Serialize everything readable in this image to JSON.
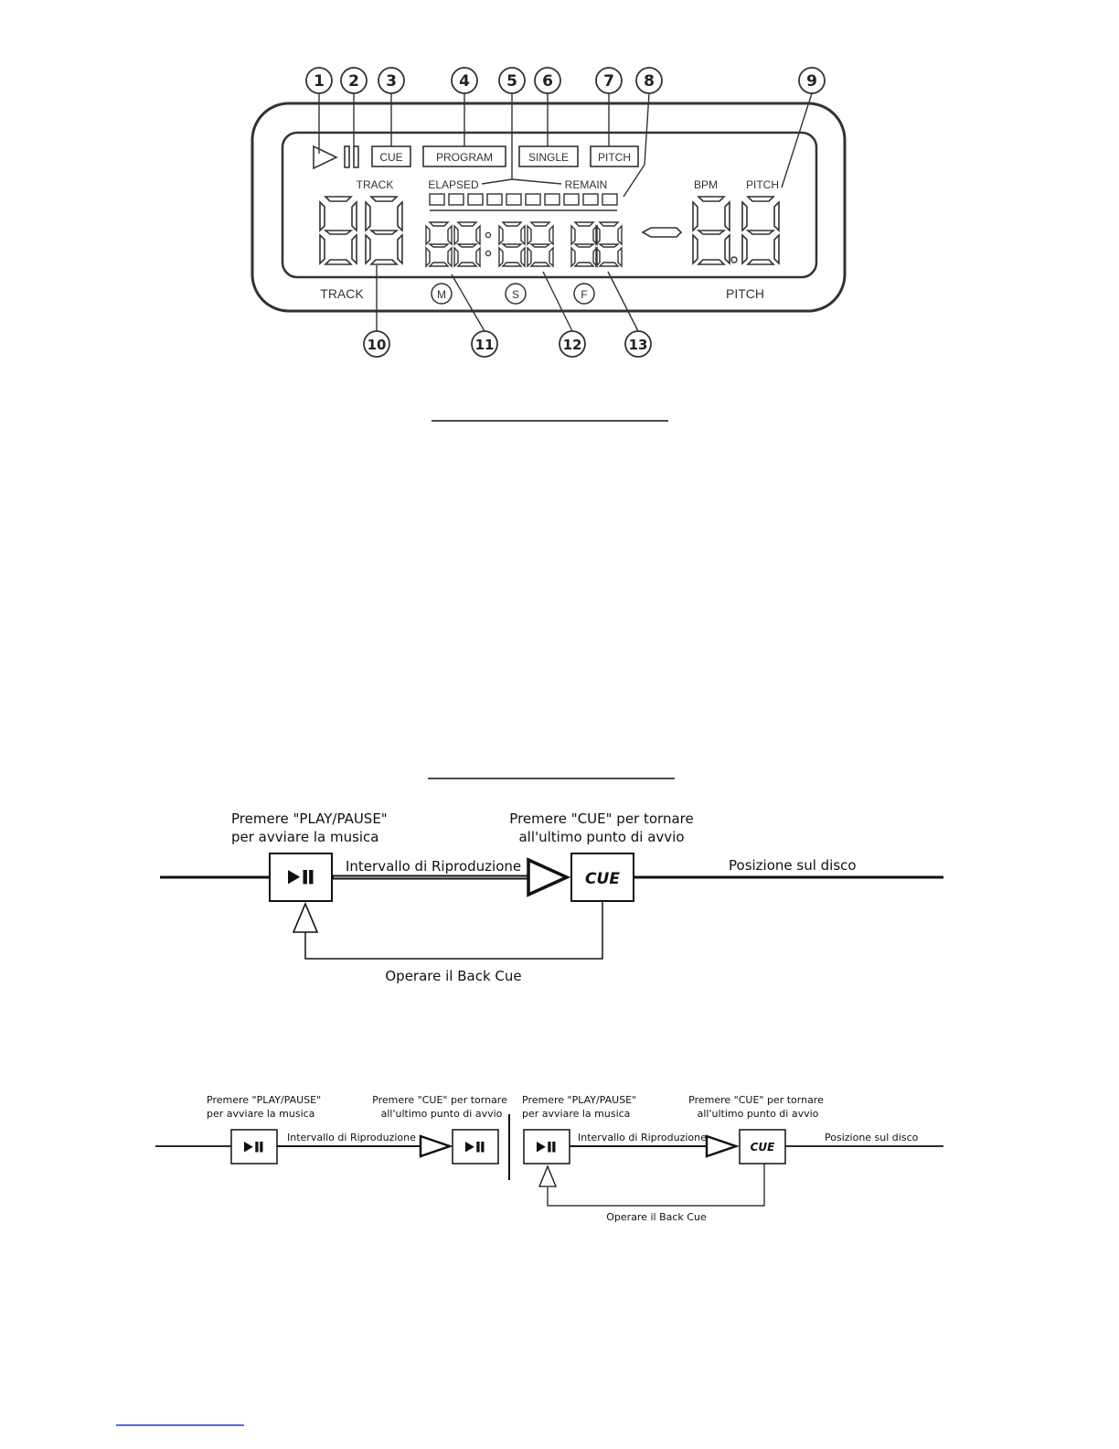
{
  "lcd": {
    "callouts": [
      "1",
      "2",
      "3",
      "4",
      "5",
      "6",
      "7",
      "8",
      "9",
      "10",
      "11",
      "12",
      "13"
    ],
    "indicators": {
      "cue": "CUE",
      "program": "PROGRAM",
      "single": "SINGLE",
      "pitch": "PITCH"
    },
    "labels": {
      "track_top": "TRACK",
      "elapsed": "ELAPSED",
      "remain": "REMAIN",
      "bpm": "BPM",
      "pitch_top": "PITCH",
      "track_bottom": "TRACK",
      "pitch_bottom": "PITCH"
    },
    "units": {
      "m": "M",
      "s": "S",
      "f": "F"
    }
  },
  "cue_diagram_main": {
    "play_caption_1": "Premere \"PLAY/PAUSE\"",
    "play_caption_2": "per avviare la musica",
    "cue_caption_1": "Premere \"CUE\" per tornare",
    "cue_caption_2": "all'ultimo punto di avvio",
    "interval_label": "Intervallo di Riproduzione",
    "position_label": "Posizione sul disco",
    "cue_button": "CUE",
    "back_cue_label": "Operare il Back Cue"
  },
  "cue_diagram_small": {
    "left": {
      "play_caption_1": "Premere \"PLAY/PAUSE\"",
      "play_caption_2": "per avviare la musica",
      "cue_caption_1": "Premere \"CUE\" per tornare",
      "cue_caption_2": "all'ultimo punto di avvio",
      "interval_label": "Intervallo di Riproduzione"
    },
    "right": {
      "play_caption_1": "Premere \"PLAY/PAUSE\"",
      "play_caption_2": "per avviare la musica",
      "cue_caption_1": "Premere \"CUE\" per tornare",
      "cue_caption_2": "all'ultimo punto di avvio",
      "interval_label": "Intervallo di Riproduzione",
      "position_label": "Posizione sul disco",
      "cue_button": "CUE",
      "back_cue_label": "Operare il Back Cue"
    }
  }
}
